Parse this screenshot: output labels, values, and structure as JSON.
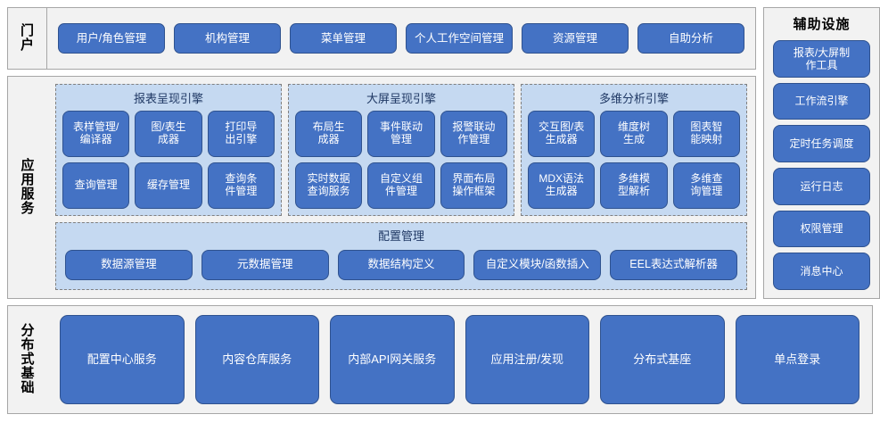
{
  "portal": {
    "band_label": "门户",
    "buttons": [
      "用户/角色管理",
      "机构管理",
      "菜单管理",
      "个人工作空间管理",
      "资源管理",
      "自助分析"
    ]
  },
  "application_services": {
    "band_label": "应用服务",
    "engines": [
      {
        "title": "报表呈现引擎",
        "cells": [
          "表样管理/\n编译器",
          "图/表生\n成器",
          "打印导\n出引擎",
          "查询管理",
          "缓存管理",
          "查询条\n件管理"
        ]
      },
      {
        "title": "大屏呈现引擎",
        "cells": [
          "布局生\n成器",
          "事件联动\n管理",
          "报警联动\n作管理",
          "实时数据\n查询服务",
          "自定义组\n件管理",
          "界面布局\n操作框架"
        ]
      },
      {
        "title": "多维分析引擎",
        "cells": [
          "交互图/表\n生成器",
          "维度树\n生成",
          "图表智\n能映射",
          "MDX语法\n生成器",
          "多维模\n型解析",
          "多维查\n询管理"
        ]
      }
    ],
    "config": {
      "title": "配置管理",
      "buttons": [
        "数据源管理",
        "元数据管理",
        "数据结构定义",
        "自定义模块/函数插入",
        "EEL表达式解析器"
      ]
    }
  },
  "auxiliary": {
    "title": "辅助设施",
    "items": [
      "报表/大屏制\n作工具",
      "工作流引擎",
      "定时任务调度",
      "运行日志",
      "权限管理",
      "消息中心"
    ]
  },
  "distributed": {
    "band_label": "分布式基础",
    "buttons": [
      "配置中心服务",
      "内容仓库服务",
      "内部API网关服务",
      "应用注册/发现",
      "分布式基座",
      "单点登录"
    ]
  },
  "colors": {
    "box_fill": "#4472c4",
    "box_border": "#2f528f",
    "panel_fill": "#c5d9f1",
    "section_fill": "#f2f2f2",
    "section_border": "#a6a6a6",
    "title_text": "#1f3864",
    "box_text": "#ffffff"
  }
}
